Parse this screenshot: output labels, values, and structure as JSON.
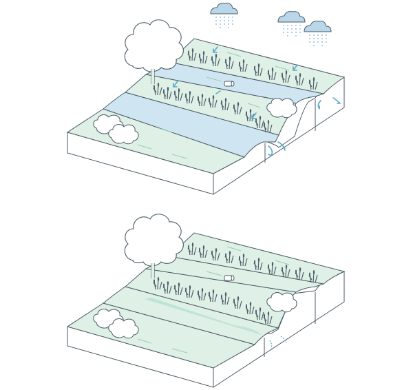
{
  "diagram": {
    "panels": [
      {
        "id": "top",
        "state": "wet",
        "shows_rain": true,
        "shows_pooled_water": true
      },
      {
        "id": "bottom",
        "state": "dry",
        "shows_rain": false,
        "shows_pooled_water": false
      }
    ],
    "icons": [
      "rain-cloud-icon",
      "tree-icon",
      "shrub-icon",
      "reed-icon",
      "culvert-pipe-icon",
      "flow-arrow-icon"
    ],
    "colors": {
      "outline": "#4a5a64",
      "grass": "#dff0e6",
      "grass_stroke": "#9ccdb5",
      "water": "#cfe6f2",
      "water_shallow": "#bfe3d4",
      "arrow": "#5aa8c8",
      "side": "#ffffff",
      "reed": "#4d5e6b"
    }
  }
}
